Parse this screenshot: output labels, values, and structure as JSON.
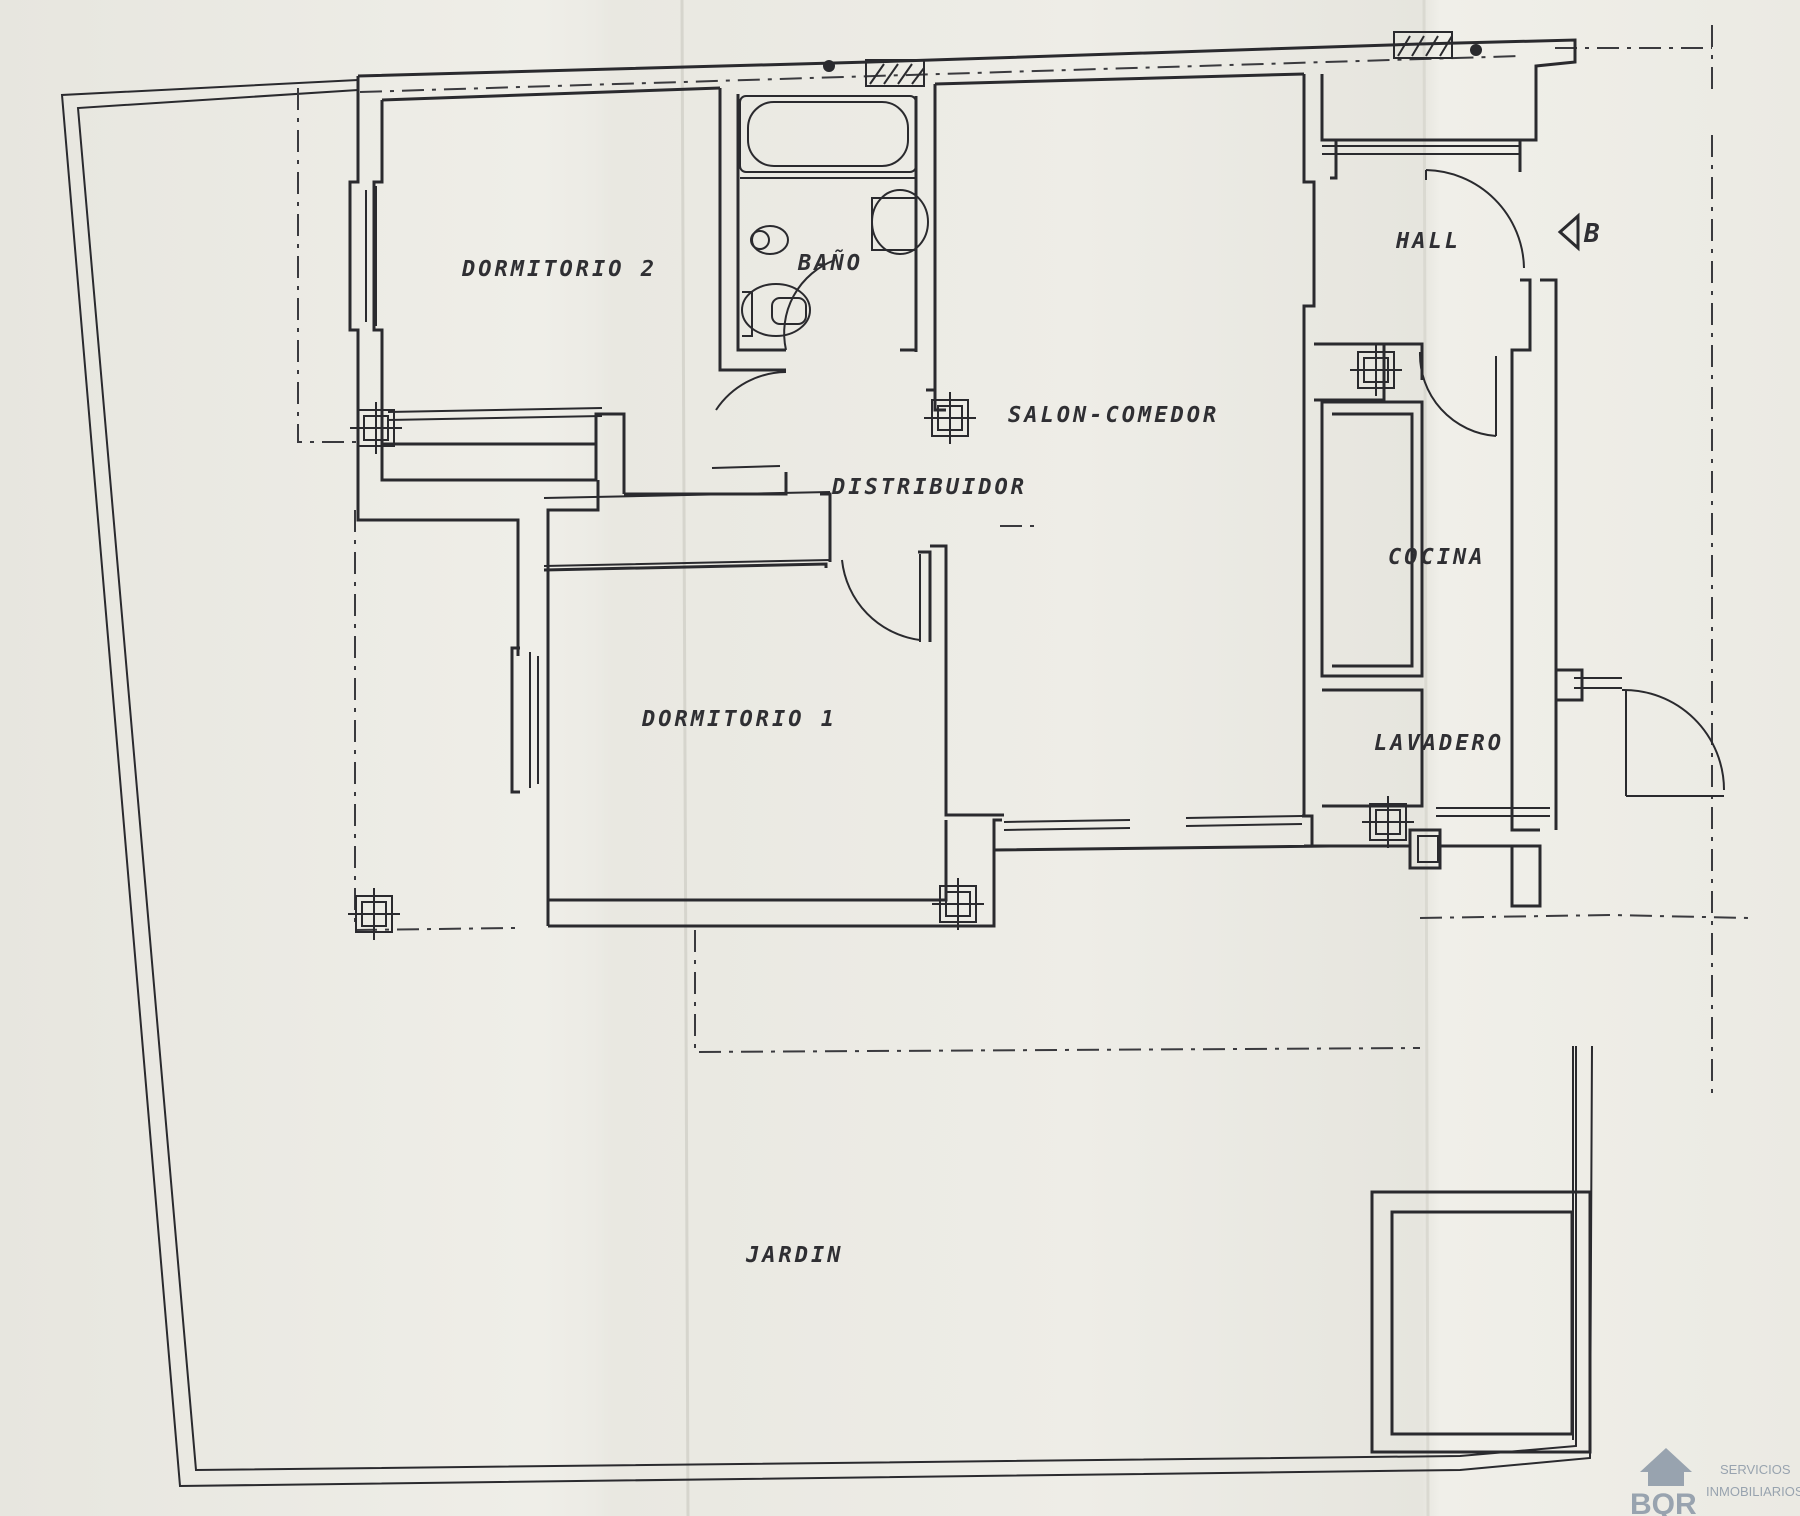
{
  "rooms": {
    "dormitorio2": "DORMITORIO 2",
    "bano": "BAÑO",
    "salon_comedor": "SALON-COMEDOR",
    "distribuidor": "DISTRIBUIDOR",
    "hall": "HALL",
    "cocina": "COCINA",
    "dormitorio1": "DORMITORIO 1",
    "lavadero": "LAVADERO",
    "jardin": "JARDIN"
  },
  "section_mark": "B",
  "watermark": {
    "brand": "BQR",
    "line1": "SERVICIOS",
    "line2": "INMOBILIARIOS"
  },
  "colors": {
    "paper": "#ecebe4",
    "ink": "#2a2a2e",
    "watermark": "#8a97a6"
  }
}
